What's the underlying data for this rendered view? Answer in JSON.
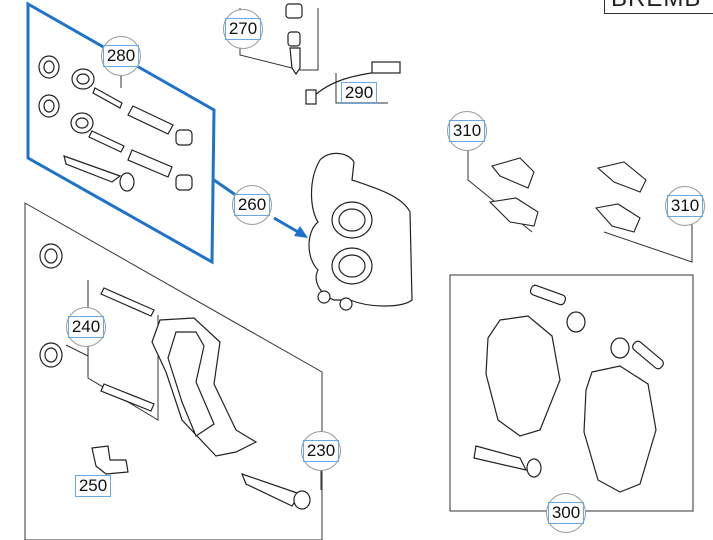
{
  "title": "BREMB",
  "callouts": [
    {
      "id": "280",
      "label": "280"
    },
    {
      "id": "270",
      "label": "270"
    },
    {
      "id": "290",
      "label": "290"
    },
    {
      "id": "310a",
      "label": "310"
    },
    {
      "id": "310b",
      "label": "310"
    },
    {
      "id": "260",
      "label": "260"
    },
    {
      "id": "240",
      "label": "240"
    },
    {
      "id": "230",
      "label": "230"
    },
    {
      "id": "250",
      "label": "250"
    },
    {
      "id": "300",
      "label": "300"
    }
  ],
  "colors": {
    "line": "#333333",
    "part_stroke": "#222222",
    "highlight": "#1d73c9",
    "label_box": "#67a8e6"
  }
}
